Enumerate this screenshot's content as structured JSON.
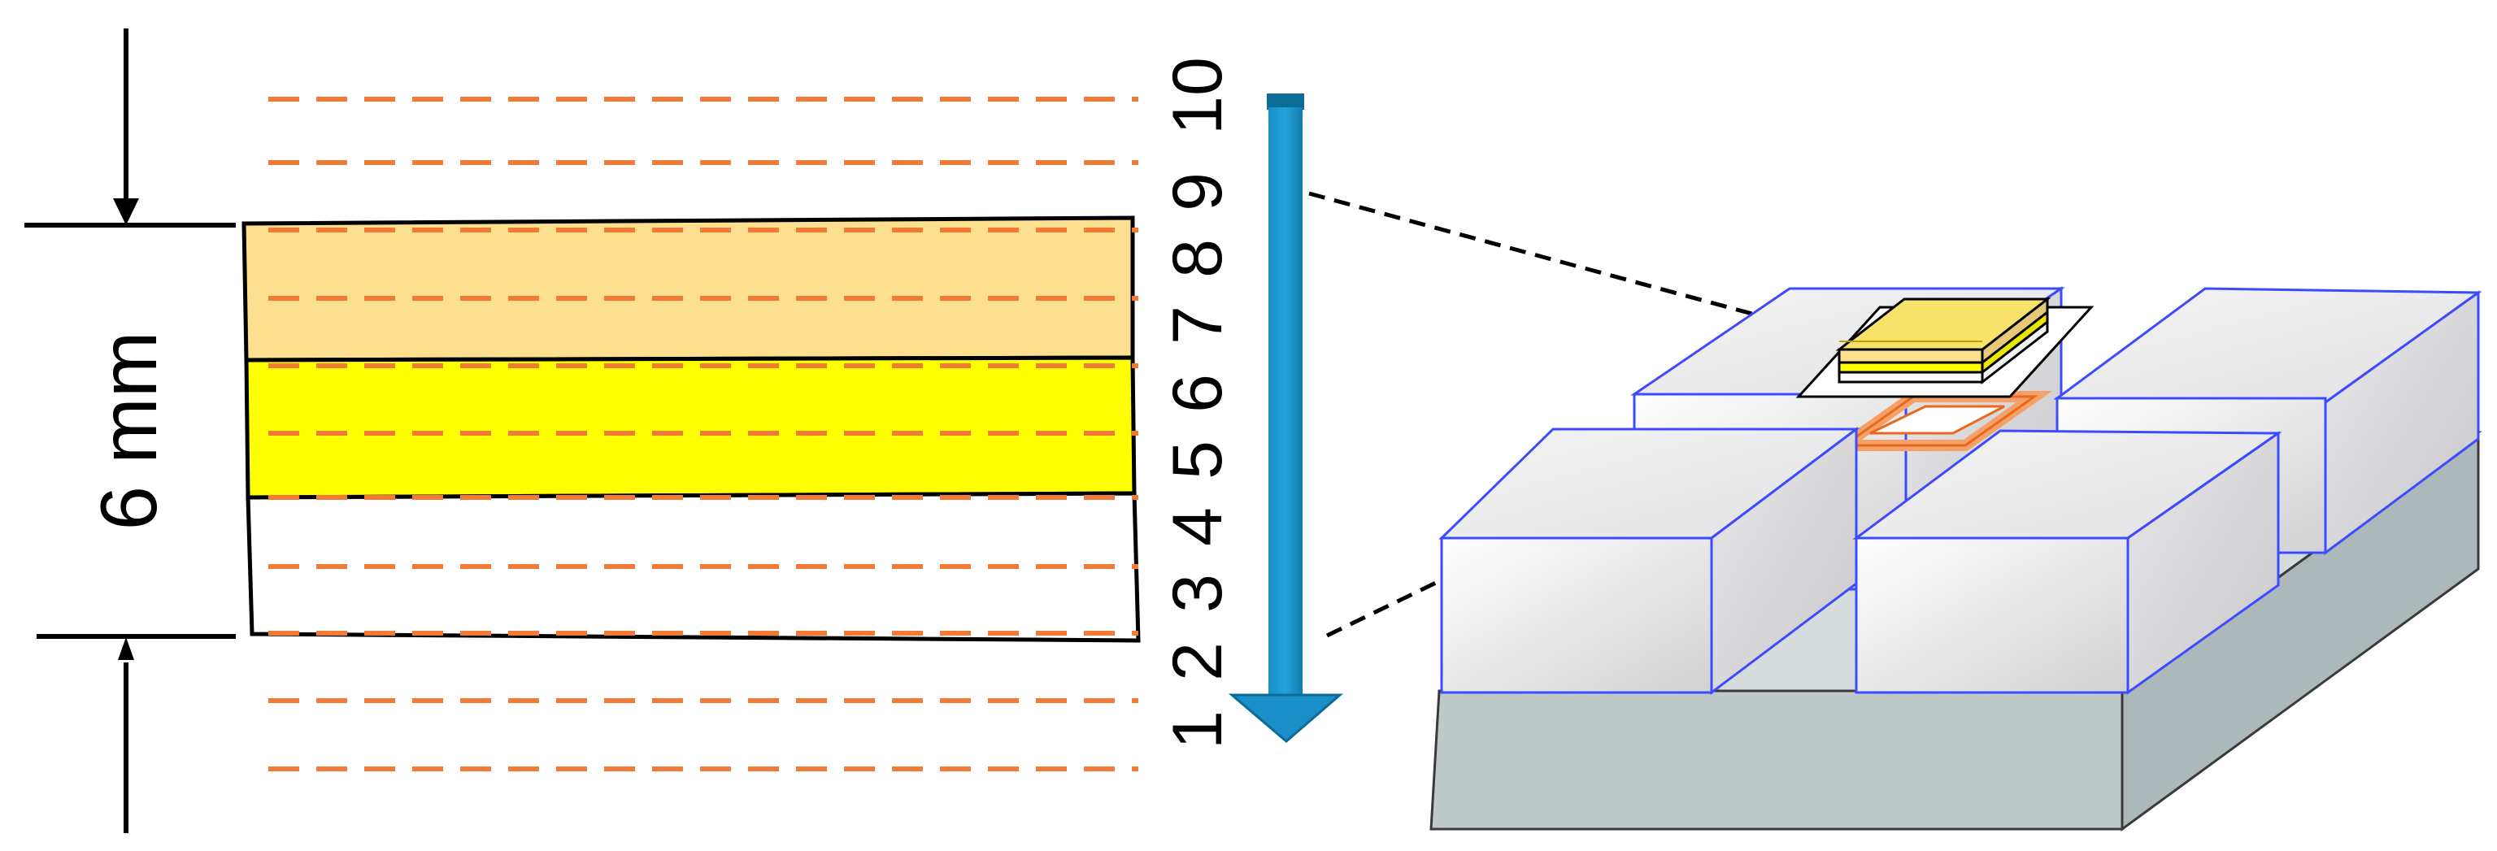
{
  "dimension_label": "6 mm",
  "layer_numbers": [
    "1",
    "2",
    "3",
    "4",
    "5",
    "6",
    "7",
    "8",
    "9",
    "10"
  ],
  "colors": {
    "dash_line": "#F07A36",
    "layer_top": "#FCE08F",
    "layer_mid": "#FFFF00",
    "layer_bottom": "#FFFFFF",
    "arrow": "#1A8EC8",
    "arrow_dark": "#0B6C96",
    "block_edge": "#3D4BFF",
    "base": "#BFC9CA",
    "coil": "#F4A066",
    "coil_edge": "#E8691E",
    "sample_top": "#F7E36A"
  },
  "icons": {
    "flow_arrow": "down-arrow-icon",
    "dimension_arrows": "dimension-arrow-icon"
  }
}
